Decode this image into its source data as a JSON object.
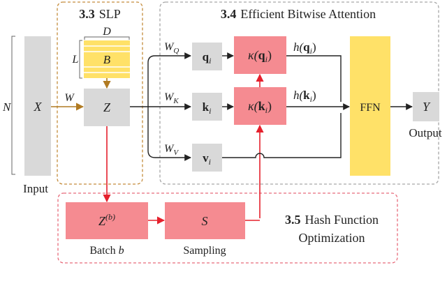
{
  "colors": {
    "gray_block": "#d9d9d9",
    "yellow_block": "#ffe168",
    "stripe": "#ffffff",
    "red_block": "#f58b91",
    "red_arrow": "#e5202c",
    "orange_dash": "#c48b3a",
    "orange_arrow": "#b07a22",
    "gray_dash": "#a6a6a6",
    "pink_dash": "#e76a7a",
    "black_line": "#222222"
  },
  "labels": {
    "n_dim": "N",
    "input_x": "X",
    "input_caption": "Input",
    "w_weight": "W",
    "slp_num": "3.3",
    "slp_title": "SLP",
    "d_dim": "D",
    "l_dim": "L",
    "b_block": "B",
    "z_block": "Z",
    "attn_num": "3.4",
    "attn_title": "Efficient Bitwise Attention",
    "wq": {
      "base": "W",
      "sub": "Q"
    },
    "wk": {
      "base": "W",
      "sub": "K"
    },
    "wv": {
      "base": "W",
      "sub": "V"
    },
    "q": {
      "base": "q",
      "sub": "i"
    },
    "k": {
      "base": "k",
      "sub": "i"
    },
    "v": {
      "base": "v",
      "sub": "i"
    },
    "kappa_q": {
      "pre": "κ(",
      "base": "q",
      "sub": "i",
      "post": ")"
    },
    "kappa_k": {
      "pre": "κ(",
      "base": "k",
      "sub": "i",
      "post": ")"
    },
    "h_q": {
      "pre": "h(",
      "base": "q",
      "sub": "i",
      "post": ")"
    },
    "h_k": {
      "pre": "h(",
      "base": "k",
      "sub": "i",
      "post": ")"
    },
    "ffn": "FFN",
    "y_out": "Y",
    "output_caption": "Output",
    "zb": {
      "base": "Z",
      "sup": "(b)"
    },
    "batch_caption": "Batch ",
    "batch_var": "b",
    "s_block": "S",
    "sampling_caption": "Sampling",
    "hash_num": "3.5",
    "hash_title_1": "Hash Function",
    "hash_title_2": "Optimization"
  }
}
